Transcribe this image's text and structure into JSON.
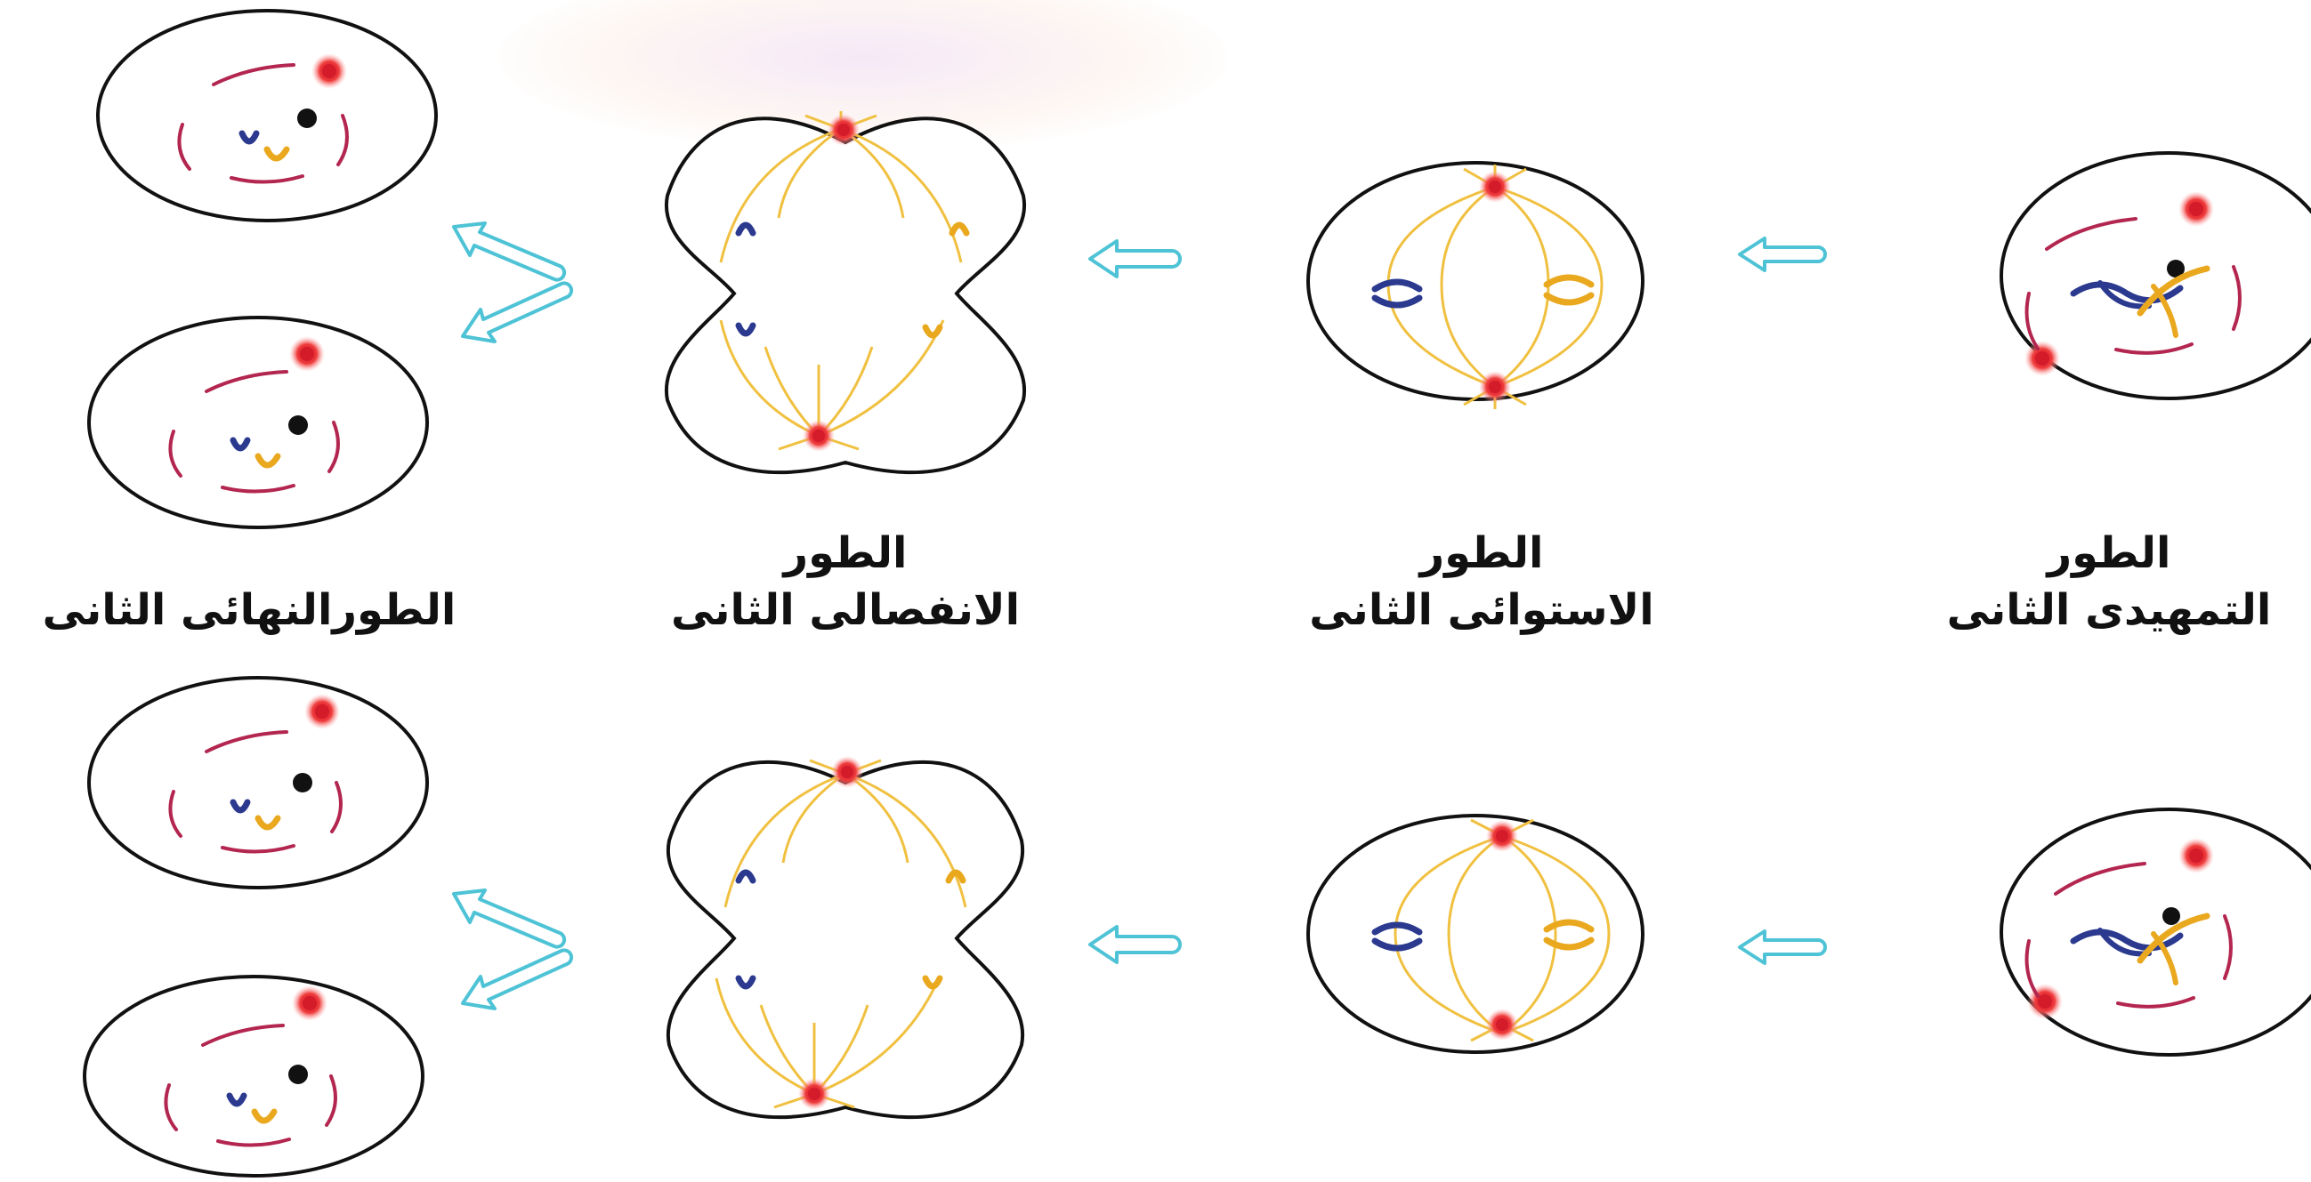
{
  "labels": {
    "prophase": {
      "line1": "الطور",
      "line2": "التمهيدى الثانى"
    },
    "metaphase": {
      "line1": "الطور",
      "line2": "الاستوائى الثانى"
    },
    "anaphase": {
      "line1": "الطور",
      "line2": "الانفصالى الثانى"
    },
    "telophase": {
      "line1": "الطورالنهائى الثانى"
    }
  },
  "colors": {
    "cell_outline": "#111111",
    "arrow": "#4ec3d6",
    "centrosome": "#e8353d",
    "spindle": "#f0c040",
    "chromosome_blue": "#2b3a8f",
    "chromosome_yellow": "#e9a81e",
    "nuclear_envelope": "#b3264f"
  }
}
